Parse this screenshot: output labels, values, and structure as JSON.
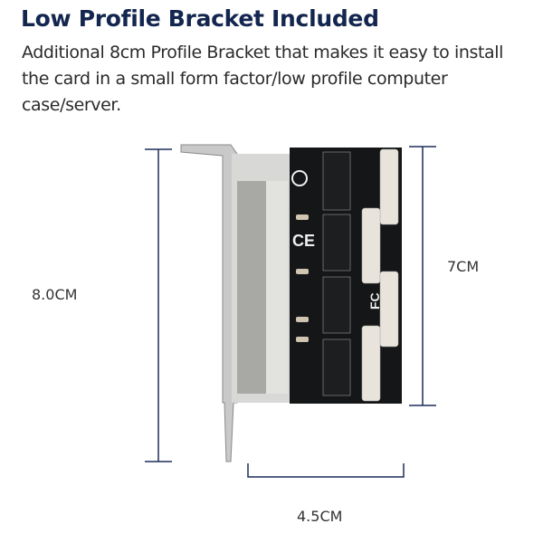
{
  "title": "Low Profile Bracket Included",
  "description": {
    "lines": [
      "Additional 8cm Profile Bracket that makes it easy to install",
      "the card in a small form factor/low profile computer",
      "case/server."
    ]
  },
  "dimensions": {
    "height_bracket": "8.0CM",
    "height_card": "7CM",
    "width_card": "4.5CM"
  },
  "colors": {
    "title": "#13264f",
    "dimension_line": "#1f2d5a",
    "pcb": "#151618"
  }
}
